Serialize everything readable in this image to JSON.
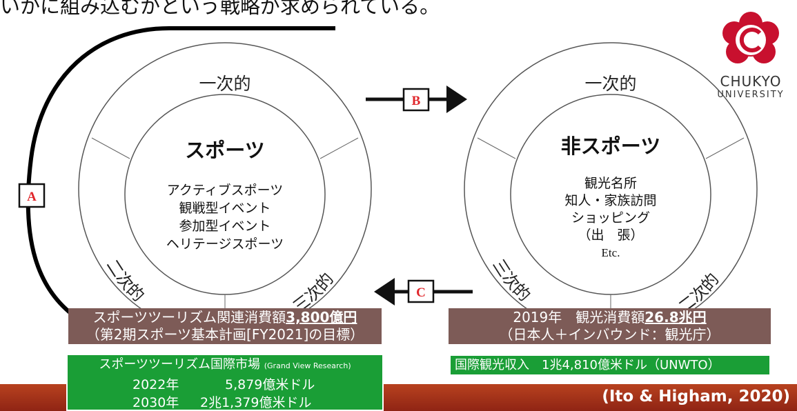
{
  "header_text": "いかに組み込むかという戦略が求められている。",
  "logo": {
    "name": "CHUKYO",
    "sub": "UNIVERSITY",
    "icon": "chukyo-emblem-icon"
  },
  "left_circle": {
    "outer_top": "一次的",
    "title": "スポーツ",
    "items": [
      "アクティブスポーツ",
      "観戦型イベント",
      "参加型イベント",
      "ヘリテージスポーツ"
    ],
    "outer_left": "二次的",
    "outer_right": "三次的"
  },
  "right_circle": {
    "outer_top": "一次的",
    "title": "非スポーツ",
    "items": [
      "観光名所",
      "知人・家族訪問",
      "ショッピング",
      "（出　張）"
    ],
    "etc": "Etc.",
    "outer_left": "三次的",
    "outer_right": "二次的"
  },
  "arrows": {
    "a": "A",
    "b": "B",
    "c": "C"
  },
  "left_brown": {
    "line1_prefix": "スポーツツーリズム関連消費額",
    "line1_value": "3,800億円",
    "line2": "（第2期スポーツ基本計画[FY2021]の目標）"
  },
  "right_brown": {
    "line1_prefix": "2019年　観光消費額",
    "line1_value": "26.8兆円",
    "line2": "（日本人＋インバウンド：観光庁）"
  },
  "left_green": {
    "title": "スポーツツーリズム国際市場",
    "source": "(Grand View Research)",
    "row1_year": "2022年",
    "row1_value": "5,879億米ドル",
    "row2_year": "2030年",
    "row2_value": "2兆1,379億米ドル"
  },
  "right_green": {
    "text": "国際観光収入　1兆4,810億米ドル（UNWTO）"
  },
  "citation": "(Ito & Higham, 2020)",
  "colors": {
    "brown": "#7d5b57",
    "green": "#1a9e36",
    "footer": "#a5331a",
    "letter_red": "#e0262b"
  }
}
